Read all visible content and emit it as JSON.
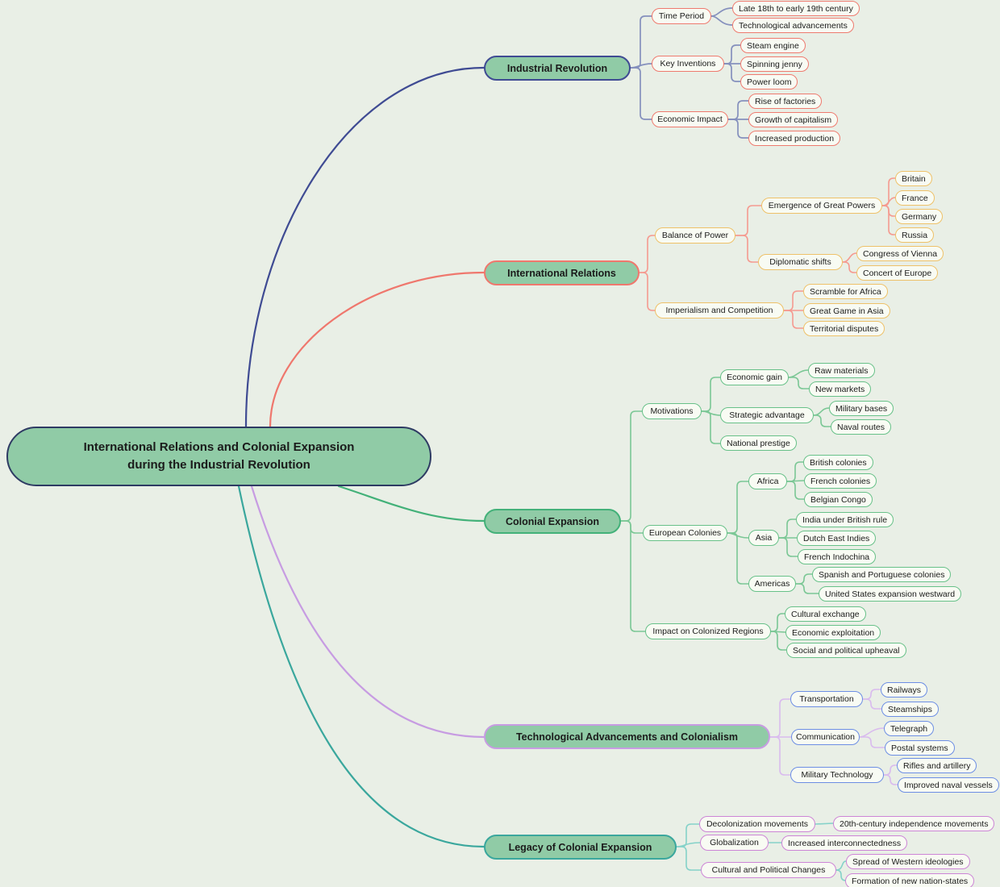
{
  "palette": {
    "background": "#e9efe6",
    "node_fill_green": "#90cba6",
    "node_fill_light": "#f8fbf3",
    "central_border": "#2e3b63",
    "text_dark": "#1b1b1b",
    "branch1_accent": "#3f4b93",
    "branch1_link": "#8590bd",
    "branch1_child_border": "#ee7a6f",
    "branch2_accent": "#ef776d",
    "branch2_link": "#f59a90",
    "branch2_child_border": "#eec169",
    "branch3_accent": "#43b179",
    "branch3_link": "#7bc795",
    "branch3_child_border": "#68c189",
    "branch4_accent": "#c79ce2",
    "branch4_link": "#d9bbee",
    "branch4_child_border": "#6d8ee4",
    "branch5_accent": "#3aa79d",
    "branch5_link": "#85d2c9",
    "branch5_child_border": "#cd85d6"
  },
  "central": {
    "line1": "International Relations and Colonial Expansion",
    "line2": "during the Industrial Revolution"
  },
  "branches": [
    {
      "label": "Industrial Revolution",
      "children": [
        {
          "label": "Time Period",
          "children": [
            {
              "label": "Late 18th to early 19th century"
            },
            {
              "label": "Technological advancements"
            }
          ]
        },
        {
          "label": "Key Inventions",
          "children": [
            {
              "label": "Steam engine"
            },
            {
              "label": "Spinning jenny"
            },
            {
              "label": "Power loom"
            }
          ]
        },
        {
          "label": "Economic Impact",
          "children": [
            {
              "label": "Rise of factories"
            },
            {
              "label": "Growth of capitalism"
            },
            {
              "label": "Increased production"
            }
          ]
        }
      ]
    },
    {
      "label": "International Relations",
      "children": [
        {
          "label": "Balance of Power",
          "children": [
            {
              "label": "Emergence of Great Powers",
              "children": [
                {
                  "label": "Britain"
                },
                {
                  "label": "France"
                },
                {
                  "label": "Germany"
                },
                {
                  "label": "Russia"
                }
              ]
            },
            {
              "label": "Diplomatic shifts",
              "children": [
                {
                  "label": "Congress of Vienna"
                },
                {
                  "label": "Concert of Europe"
                }
              ]
            }
          ]
        },
        {
          "label": "Imperialism and Competition",
          "children": [
            {
              "label": "Scramble for Africa"
            },
            {
              "label": "Great Game in Asia"
            },
            {
              "label": "Territorial disputes"
            }
          ]
        }
      ]
    },
    {
      "label": "Colonial Expansion",
      "children": [
        {
          "label": "Motivations",
          "children": [
            {
              "label": "Economic gain",
              "children": [
                {
                  "label": "Raw materials"
                },
                {
                  "label": "New markets"
                }
              ]
            },
            {
              "label": "Strategic advantage",
              "children": [
                {
                  "label": "Military bases"
                },
                {
                  "label": "Naval routes"
                }
              ]
            },
            {
              "label": "National prestige"
            }
          ]
        },
        {
          "label": "European Colonies",
          "children": [
            {
              "label": "Africa",
              "children": [
                {
                  "label": "British colonies"
                },
                {
                  "label": "French colonies"
                },
                {
                  "label": "Belgian Congo"
                }
              ]
            },
            {
              "label": "Asia",
              "children": [
                {
                  "label": "India under British rule"
                },
                {
                  "label": "Dutch East Indies"
                },
                {
                  "label": "French Indochina"
                }
              ]
            },
            {
              "label": "Americas",
              "children": [
                {
                  "label": "Spanish and Portuguese colonies"
                },
                {
                  "label": "United States expansion westward"
                }
              ]
            }
          ]
        },
        {
          "label": "Impact on Colonized Regions",
          "children": [
            {
              "label": "Cultural exchange"
            },
            {
              "label": "Economic exploitation"
            },
            {
              "label": "Social and political upheaval"
            }
          ]
        }
      ]
    },
    {
      "label": "Technological Advancements and Colonialism",
      "children": [
        {
          "label": "Transportation",
          "children": [
            {
              "label": "Railways"
            },
            {
              "label": "Steamships"
            }
          ]
        },
        {
          "label": "Communication",
          "children": [
            {
              "label": "Telegraph"
            },
            {
              "label": "Postal systems"
            }
          ]
        },
        {
          "label": "Military Technology",
          "children": [
            {
              "label": "Rifles and artillery"
            },
            {
              "label": "Improved naval vessels"
            }
          ]
        }
      ]
    },
    {
      "label": "Legacy of Colonial Expansion",
      "children": [
        {
          "label": "Decolonization movements",
          "children": [
            {
              "label": "20th-century independence movements"
            }
          ]
        },
        {
          "label": "Globalization",
          "children": [
            {
              "label": "Increased interconnectedness"
            }
          ]
        },
        {
          "label": "Cultural and Political Changes",
          "children": [
            {
              "label": "Spread of Western ideologies"
            },
            {
              "label": "Formation of new nation-states"
            }
          ]
        }
      ]
    }
  ]
}
